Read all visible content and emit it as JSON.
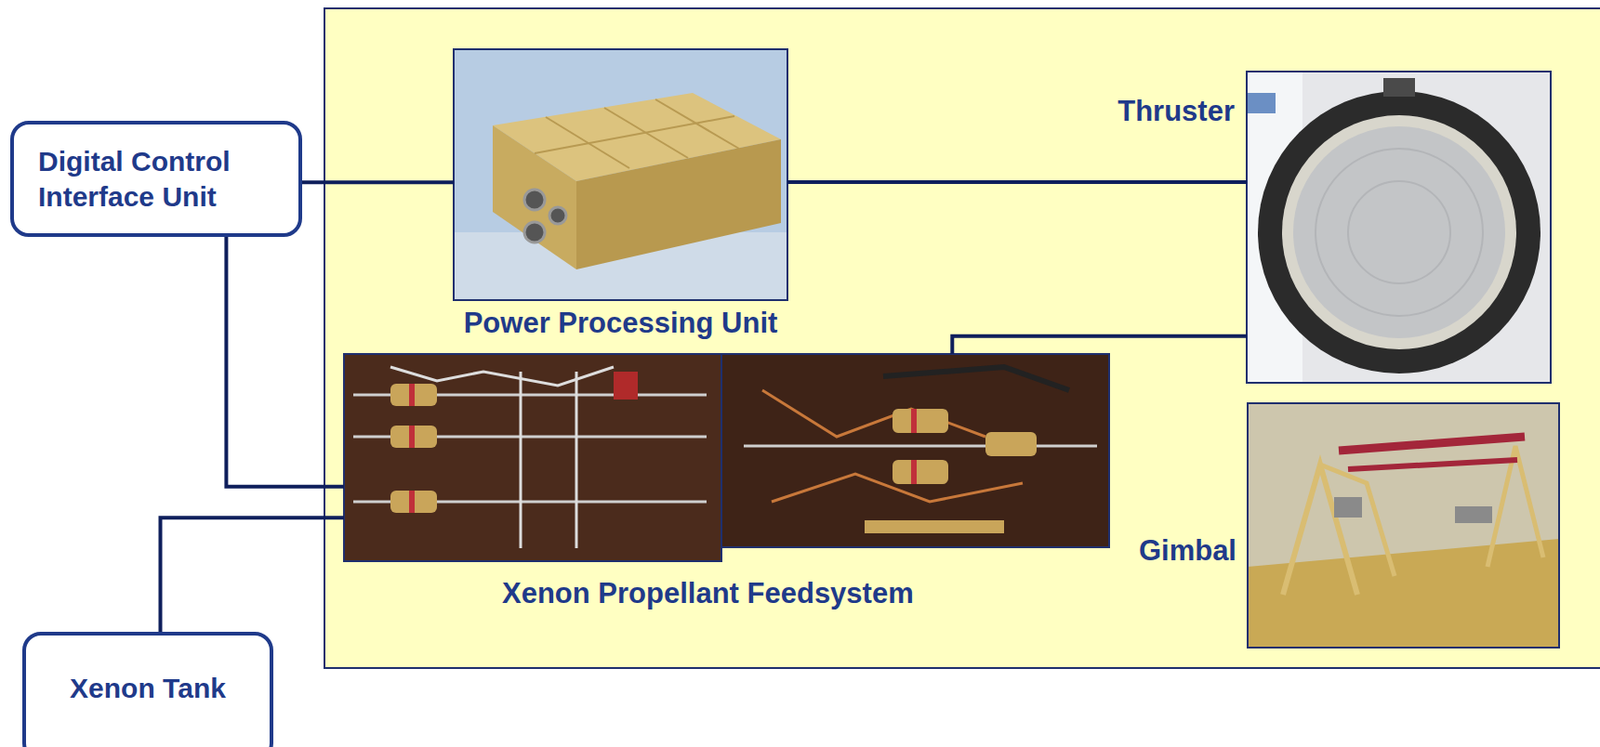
{
  "diagram": {
    "nodes": [
      {
        "text": [
          "Digital Control Interface Unit"
        ]
      },
      {
        "text": [
          "Power Processing Unit"
        ]
      },
      {
        "text": [
          "Thruster"
        ]
      },
      {
        "text": [
          "Xenon Propellant Feedsystem"
        ]
      },
      {
        "text": [
          "Gimbal"
        ]
      },
      {
        "text": [
          "Xenon Tank"
        ]
      }
    ],
    "edges": [
      {
        "from": 0,
        "to": 1,
        "arrow": "none"
      },
      {
        "from": 1,
        "to": 2,
        "arrow": "none"
      },
      {
        "from": 0,
        "to": 3,
        "arrow": "none"
      },
      {
        "from": 5,
        "to": 3,
        "arrow": "none"
      },
      {
        "from": 3,
        "to": 2,
        "arrow": "none"
      }
    ]
  }
}
